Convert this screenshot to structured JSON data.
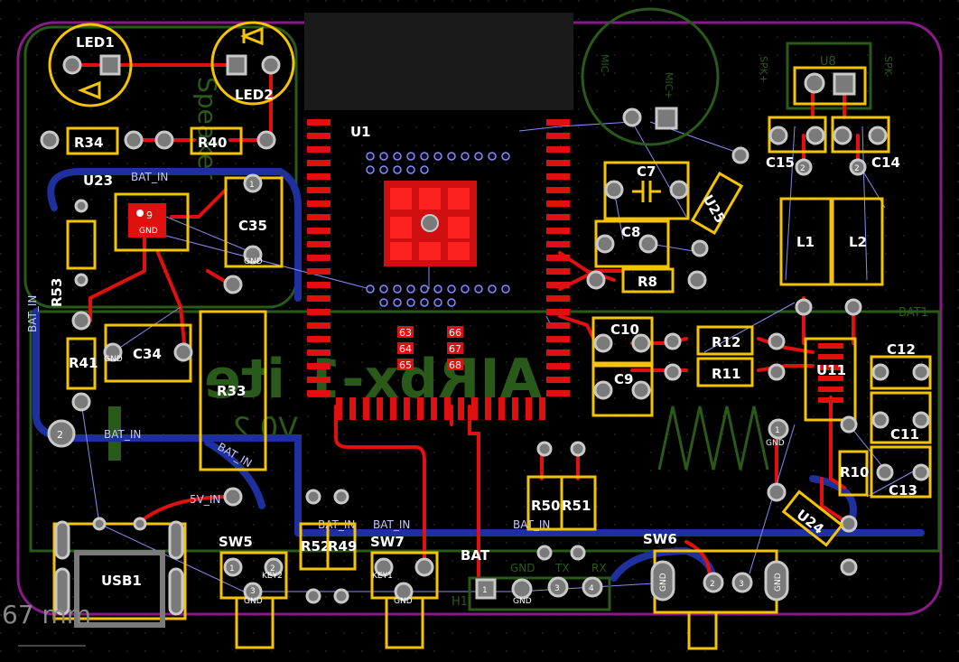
{
  "colors": {
    "background": "#000000",
    "board_outline": "#8a1a8a",
    "silkscreen": "#f5c400",
    "top_copper": "#e01010",
    "bottom_copper": "#1e2f9e",
    "ratsnest": "#8a8af0",
    "bottom_silk": "#2a5a1a",
    "pad": "#7a7a7a"
  },
  "components": {
    "led1": "LED1",
    "led2": "LED2",
    "r34": "R34",
    "r40": "R40",
    "u23": "U23",
    "c35": "C35",
    "r53": "R53",
    "r41": "R41",
    "c34": "C34",
    "r33": "R33",
    "u1": "U1",
    "c7": "C7",
    "c8": "C8",
    "r8": "R8",
    "u25": "U25",
    "c15": "C15",
    "c14": "C14",
    "l1": "L1",
    "l2": "L2",
    "c10": "C10",
    "c9": "C9",
    "r12": "R12",
    "r11": "R11",
    "u11": "U11",
    "c12": "C12",
    "c11": "C11",
    "c13": "C13",
    "r10": "R10",
    "u24": "U24",
    "r50": "R50",
    "r51": "R51",
    "sw5": "SW5",
    "sw7": "SW7",
    "sw6": "SW6",
    "r52": "R52",
    "r49": "R49",
    "usb1": "USB1",
    "u8": "U8",
    "h1": "H1",
    "bat1": "BAT1"
  },
  "nets": {
    "bat_in": "BAT_IN",
    "gnd": "GND",
    "v5_in": "5V_IN",
    "bat": "BAT",
    "key1": "KEY1",
    "key2": "KEY2"
  },
  "pad_numbers": {
    "p1": "1",
    "p2": "2",
    "p3": "3",
    "p4": "4",
    "p9": "9",
    "n63": "63",
    "n64": "64",
    "n65": "65",
    "n66": "66",
    "n67": "67",
    "n68": "68"
  },
  "connector_labels": {
    "rx": "RX",
    "tx": "TX",
    "gnd": "GND",
    "spk_plus": "SPK+",
    "spk_minus": "SPK-",
    "mic_plus": "MIC+",
    "mic_minus": "MIC-",
    "gnd_side": "GND"
  },
  "bottom_silk_text": {
    "brand": "AIRbx-1 ite",
    "version": "V0.2",
    "speaker": "Speaker"
  },
  "dimension": {
    "value": "67 mm"
  }
}
